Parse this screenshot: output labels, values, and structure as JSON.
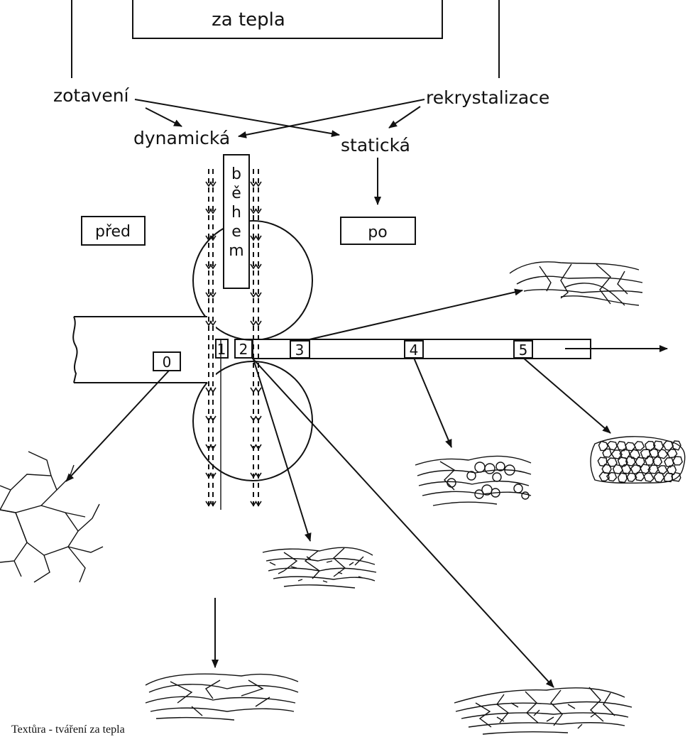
{
  "diagram": {
    "header": "za tepla",
    "left_process": "zotavení",
    "right_process": "rekrystalizace",
    "dynamic": "dynamická",
    "static": "statická",
    "before": "před",
    "during_letters": [
      "b",
      "ě",
      "h",
      "e",
      "m"
    ],
    "after": "po",
    "positions": [
      "0",
      "1",
      "2",
      "3",
      "4",
      "5"
    ]
  },
  "caption": "Textůra - tváření za tepla"
}
